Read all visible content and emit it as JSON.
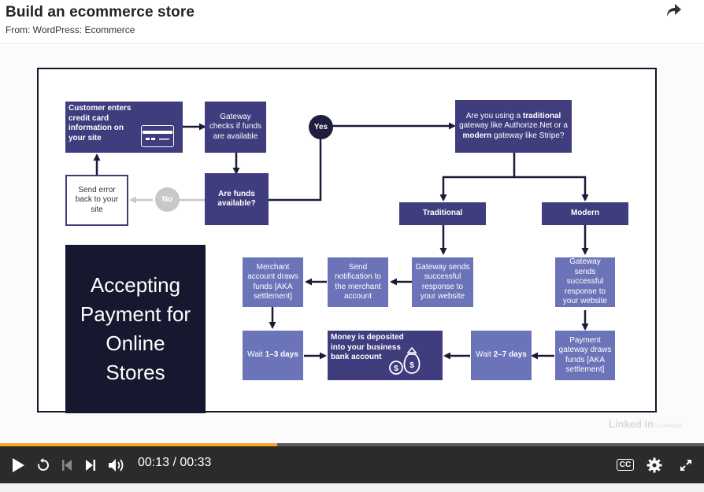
{
  "header": {
    "title": "Build an ecommerce store",
    "subtitle": "From: WordPress: Ecommerce",
    "share_icon": "share-arrow-icon"
  },
  "slide": {
    "title_lines": [
      "Accepting",
      "Payment for",
      "Online",
      "Stores"
    ],
    "nodes": {
      "customer_enters": "Customer enters credit card information on your site",
      "gateway_checks": "Gateway checks if funds are available",
      "send_error": "Send error back to your site",
      "funds_available": "Are funds available?",
      "yes": "Yes",
      "no": "No",
      "gateway_type_pre": "Are you using a ",
      "gateway_type_b1": "traditional",
      "gateway_type_mid": " gateway like Authorize.Net or a ",
      "gateway_type_b2": "modern",
      "gateway_type_post": " gateway like Stripe?",
      "traditional": "Traditional",
      "modern": "Modern",
      "merchant_draws": "Merchant account draws funds [AKA settlement]",
      "send_notification": "Send notification to the merchant account",
      "gateway_sends_traditional": "Gateway sends successful response to your website",
      "gateway_sends_modern": "Gateway sends successful response to your website",
      "wait_13_pre": "Wait ",
      "wait_13_bold": "1–3 days",
      "money_deposited": "Money is deposited into your business bank account",
      "wait_27_pre": "Wait ",
      "wait_27_bold": "2–7 days",
      "payment_gateway_draws": "Payment gateway draws funds [AKA settlement]"
    },
    "icons": {
      "card": "credit-card-icon",
      "money_bag": "money-bag-icon"
    }
  },
  "watermark": {
    "text": "Linked in",
    "suffix": "LEARNING"
  },
  "player": {
    "current_time": "00:13",
    "separator": " / ",
    "duration": "00:33",
    "progress": 0.394,
    "cc_label": "CC",
    "accent_color": "#f5a623"
  }
}
